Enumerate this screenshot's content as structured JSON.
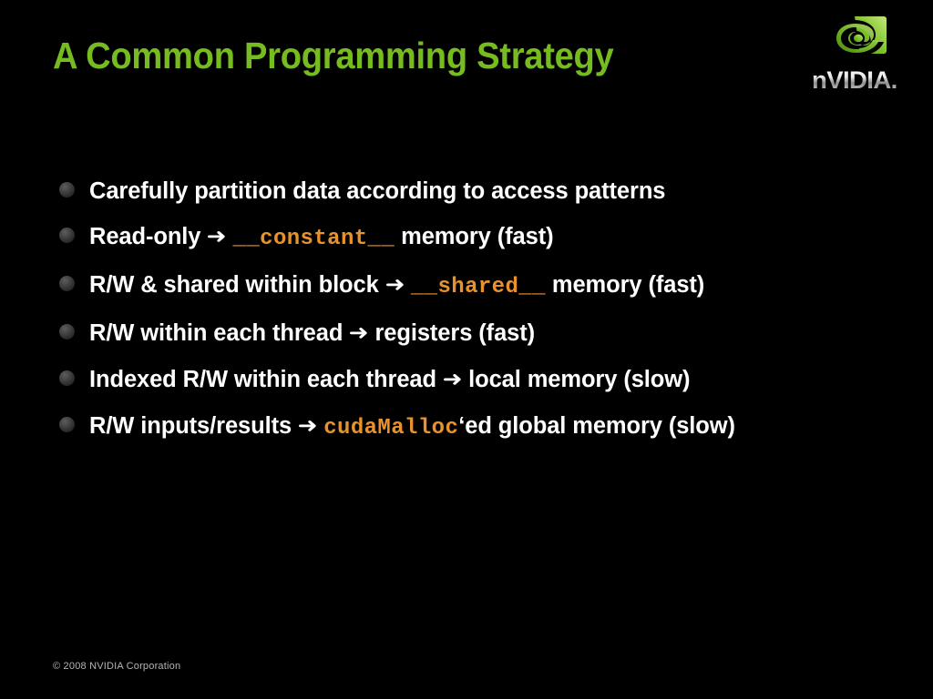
{
  "slide": {
    "title": "A Common Programming Strategy",
    "background_color": "#000000",
    "title_color": "#76bc21",
    "code_color": "#e8922e",
    "body_color": "#ffffff",
    "arrow_glyph": "➜"
  },
  "logo": {
    "name": "nvidia-logo",
    "wordmark": "nVIDIA.",
    "mark_color_light": "#a4d94b",
    "mark_color_dark": "#5aa91c"
  },
  "bullets": [
    {
      "id": "bullet-partition-data",
      "segments": [
        {
          "type": "text",
          "value": "Carefully partition data according to access patterns"
        }
      ]
    },
    {
      "id": "bullet-read-only-constant",
      "segments": [
        {
          "type": "text",
          "value": "Read-only "
        },
        {
          "type": "arrow",
          "value": "➜"
        },
        {
          "type": "text",
          "value": " "
        },
        {
          "type": "code",
          "value": "__constant__"
        },
        {
          "type": "text",
          "value": "  memory (fast)"
        }
      ]
    },
    {
      "id": "bullet-rw-shared-block",
      "segments": [
        {
          "type": "text",
          "value": "R/W & shared within block "
        },
        {
          "type": "arrow",
          "value": "➜"
        },
        {
          "type": "text",
          "value": " "
        },
        {
          "type": "code",
          "value": "__shared__"
        },
        {
          "type": "text",
          "value": "  memory (fast)"
        }
      ]
    },
    {
      "id": "bullet-rw-within-thread",
      "segments": [
        {
          "type": "text",
          "value": "R/W within each thread "
        },
        {
          "type": "arrow",
          "value": "➜"
        },
        {
          "type": "text",
          "value": " registers (fast)"
        }
      ]
    },
    {
      "id": "bullet-indexed-rw-local",
      "segments": [
        {
          "type": "text",
          "value": "Indexed R/W within each thread "
        },
        {
          "type": "arrow",
          "value": "➜"
        },
        {
          "type": "text",
          "value": " local memory (slow)"
        }
      ]
    },
    {
      "id": "bullet-rw-inputs-global",
      "segments": [
        {
          "type": "text",
          "value": "R/W inputs/results "
        },
        {
          "type": "arrow",
          "value": "➜"
        },
        {
          "type": "text",
          "value": " "
        },
        {
          "type": "code",
          "value": "cudaMalloc"
        },
        {
          "type": "text",
          "value": "‘ed global memory (slow)"
        }
      ]
    }
  ],
  "footer": {
    "copyright": "© 2008 NVIDIA Corporation"
  }
}
